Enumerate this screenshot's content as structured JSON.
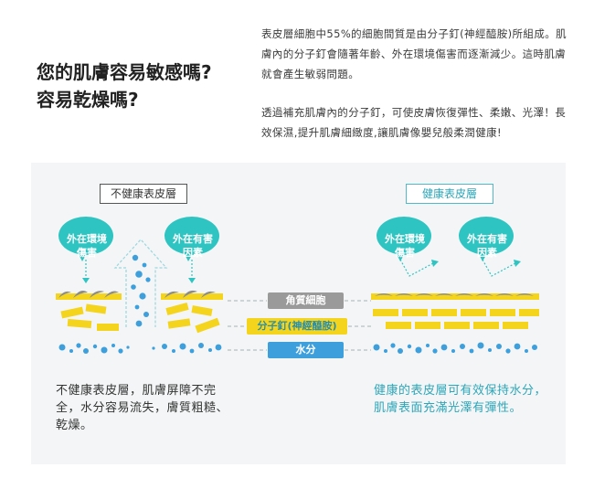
{
  "headline": {
    "line1": "您的肌膚容易敏感嗎?",
    "line2": "容易乾燥嗎?"
  },
  "intro": {
    "paragraph1": "表皮層細胞中55%的細胞間質是由分子釘(神經醯胺)所組成。肌膚內的分子釘會隨著年齡、外在環境傷害而逐漸減少。這時肌膚就會產生敏弱問題。",
    "paragraph2": "透過補充肌膚內的分子釘，可使皮膚恢復彈性、柔嫩、光澤！長效保濕,提升肌膚細緻度,讓肌膚像嬰兒般柔潤健康!"
  },
  "left_section": {
    "label": "不健康表皮層",
    "bubble_env": "外在環境傷害",
    "bubble_env_l1": "外在環境",
    "bubble_env_l2": "傷害",
    "bubble_harm_l1": "外在有害",
    "bubble_harm_l2": "因素",
    "caption": "不健康表皮層，肌膚屏障不完全，水分容易流失，膚質粗糙、乾燥。"
  },
  "right_section": {
    "label": "健康表皮層",
    "bubble_env_l1": "外在環境",
    "bubble_env_l2": "傷害",
    "bubble_harm_l1": "外在有害",
    "bubble_harm_l2": "因素",
    "caption": "健康的表皮層可有效保持水分，肌膚表面充滿光澤有彈性。"
  },
  "layers": {
    "horny": "角質細胞",
    "ceramide": "分子釘(神經醯胺)",
    "water": "水分"
  },
  "colors": {
    "teal": "#2ec4c2",
    "yellow": "#f4d41c",
    "blue": "#3d9fdc",
    "gray": "#9a9a9a"
  }
}
